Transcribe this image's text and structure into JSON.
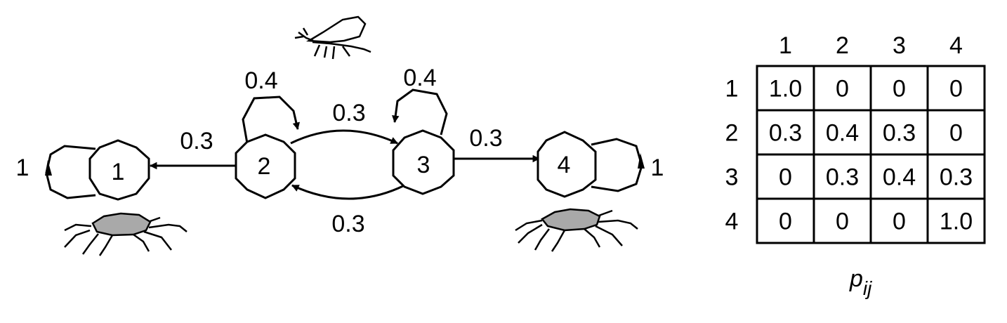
{
  "nodes": [
    {
      "id": "node-1",
      "label": "1"
    },
    {
      "id": "node-2",
      "label": "2"
    },
    {
      "id": "node-3",
      "label": "3"
    },
    {
      "id": "node-4",
      "label": "4"
    }
  ],
  "edges": {
    "n2_to_n1": "0.3",
    "n2_self": "0.4",
    "n2_to_n3": "0.3",
    "n3_self": "0.4",
    "n3_to_n2": "0.3",
    "n3_to_n4": "0.3",
    "n1_self": "1",
    "n4_self": "1"
  },
  "matrix": {
    "col_headers": [
      "1",
      "2",
      "3",
      "4"
    ],
    "row_headers": [
      "1",
      "2",
      "3",
      "4"
    ],
    "rows": [
      [
        "1.0",
        "0",
        "0",
        "0"
      ],
      [
        "0.3",
        "0.4",
        "0.3",
        "0"
      ],
      [
        "0",
        "0.3",
        "0.4",
        "0.3"
      ],
      [
        "0",
        "0",
        "0",
        "1.0"
      ]
    ],
    "caption_main": "p",
    "caption_sub": "ij"
  },
  "icons": {
    "top": "winged-insect-icon",
    "left": "spider-icon",
    "right": "spider-icon"
  }
}
